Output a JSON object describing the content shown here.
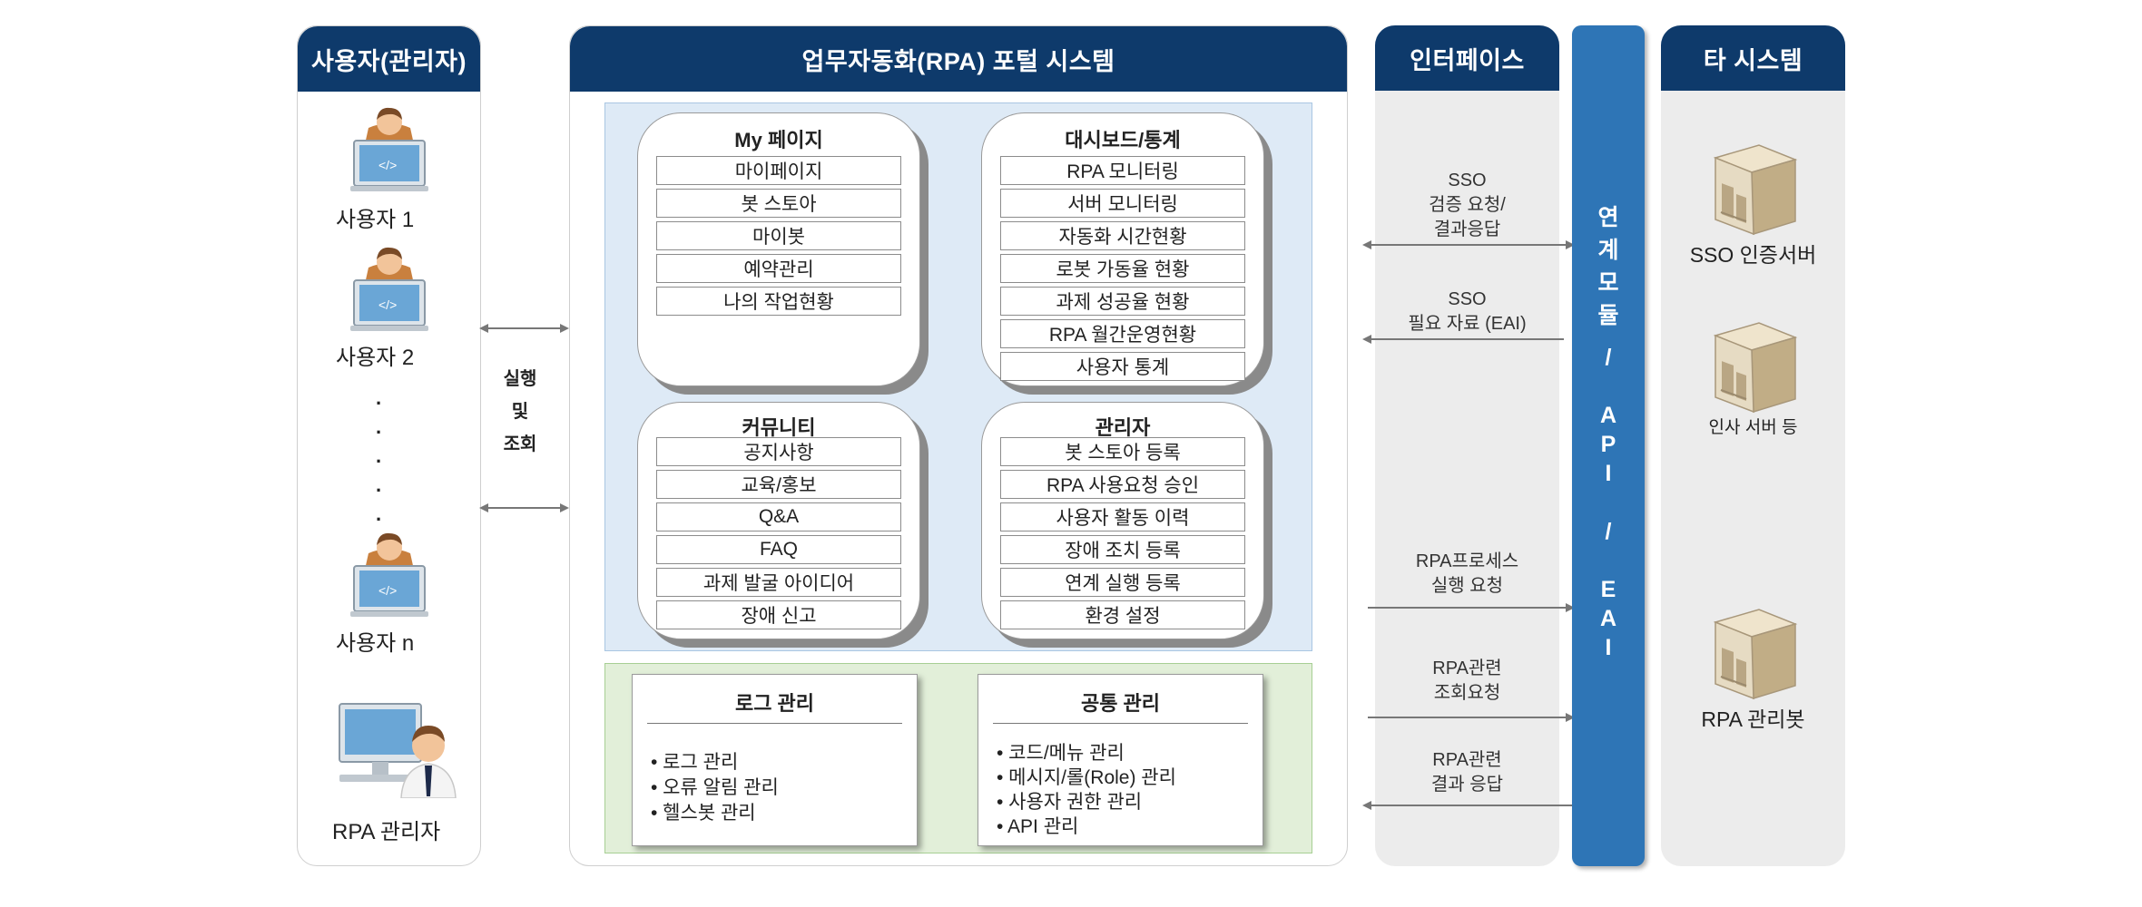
{
  "columns": {
    "users": "사용자(관리자)",
    "portal": "업무자동화(RPA) 포털 시스템",
    "interface": "인터페이스",
    "other": "타 시스템"
  },
  "users": {
    "user1": "사용자 1",
    "user2": "사용자 2",
    "usern": "사용자 n",
    "admin": "RPA 관리자",
    "monitor_glyph": "</>",
    "dots": [
      "·",
      "·",
      "·",
      "·",
      "·"
    ]
  },
  "exec_label": [
    "실행",
    "및",
    "조회"
  ],
  "portal_groups": {
    "mypage": {
      "title": "My 페이지",
      "items": [
        "마이페이지",
        "봇 스토아",
        "마이봇",
        "예약관리",
        "나의 작업현황"
      ]
    },
    "dashboard": {
      "title": "대시보드/통계",
      "items": [
        "RPA 모니터링",
        "서버 모니터링",
        "자동화 시간현황",
        "로봇 가동율 현황",
        "과제 성공율 현황",
        "RPA 월간운영현황",
        "사용자 통계"
      ]
    },
    "community": {
      "title": "커뮤니티",
      "items": [
        "공지사항",
        "교육/홍보",
        "Q&A",
        "FAQ",
        "과제 발굴 아이디어",
        "장애 신고"
      ]
    },
    "admin": {
      "title": "관리자",
      "items": [
        "봇 스토아 등록",
        "RPA 사용요청 승인",
        "사용자 활동 이력",
        "장애 조치 등록",
        "연계 실행 등록",
        "환경 설정"
      ]
    }
  },
  "management": {
    "log": {
      "title": "로그 관리",
      "items": [
        "• 로그 관리",
        "• 오류 알림 관리",
        "• 헬스봇 관리"
      ]
    },
    "common": {
      "title": "공통 관리",
      "items": [
        "• 코드/메뉴 관리",
        "• 메시지/롤(Role) 관리",
        "• 사용자 권한 관리",
        "• API 관리"
      ]
    }
  },
  "flows": {
    "f1": [
      "SSO",
      "검증 요청/",
      "결과응답"
    ],
    "f2": [
      "SSO",
      "필요 자료 (EAI)"
    ],
    "f3": [
      "RPA프로세스",
      "실행 요청"
    ],
    "f4": [
      "RPA관련",
      "조회요청"
    ],
    "f5": [
      "RPA관련",
      "결과 응답"
    ]
  },
  "link_module": [
    "연",
    "계",
    "모",
    "듈",
    "/",
    "A",
    "P",
    "I",
    "/",
    "E",
    "A",
    "I"
  ],
  "servers": {
    "sso": "SSO 인증서버",
    "hr": "인사 서버 등",
    "rpa": "RPA 관리봇"
  },
  "colors": {
    "header": "#0e3a6b",
    "link_module": "#2e75b6",
    "portal_top_bg": "#deeaf6",
    "portal_bottom_bg": "#e2efd9",
    "interface_bg": "#ececec"
  }
}
